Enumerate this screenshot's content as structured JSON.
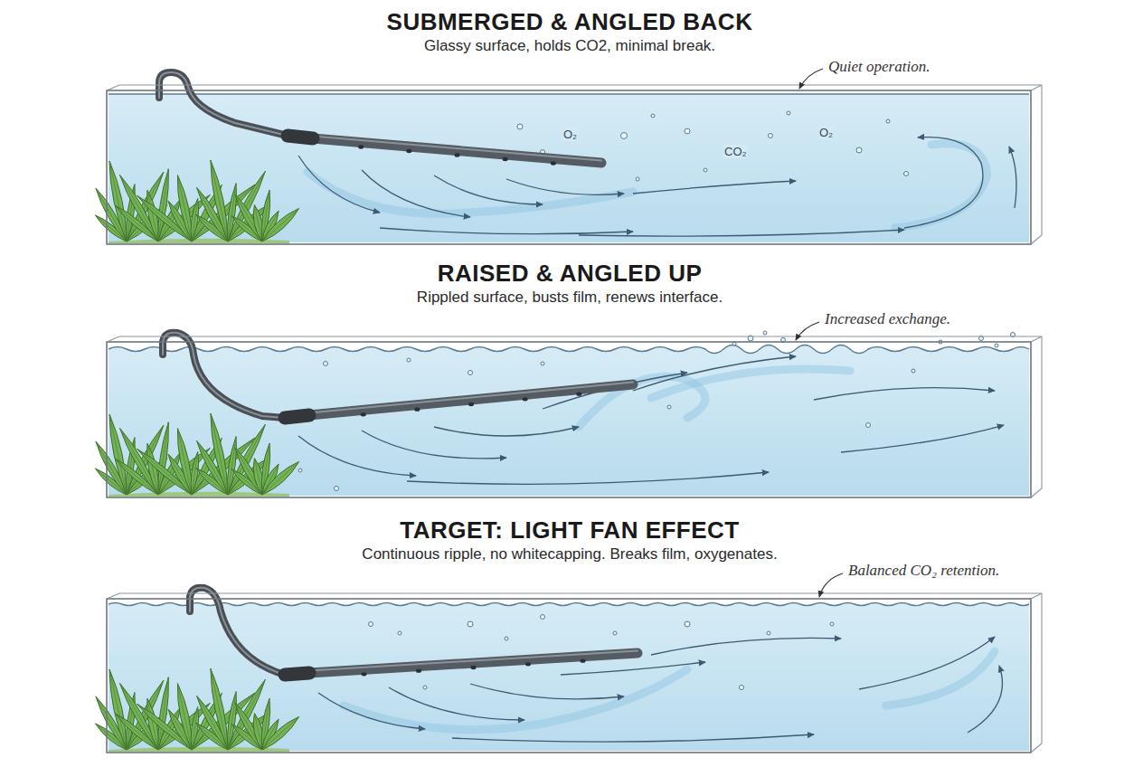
{
  "diagram": {
    "nodes": [
      {
        "text": [
          "SUBMERGED & ANGLED BACK",
          "Glassy surface, holds CO2, minimal break."
        ]
      },
      {
        "text": [
          "RAISED & ANGLED UP",
          "Rippled surface, busts film, renews interface."
        ]
      },
      {
        "text": [
          "TARGET: LIGHT FAN EFFECT",
          "Continuous ripple, no whitecapping. Breaks film, oxygenates."
        ]
      }
    ],
    "labels": [
      "Quiet operation.",
      "O₂",
      "CO₂",
      "O₂",
      "Increased exchange.",
      "Balanced CO₂ retention."
    ]
  }
}
